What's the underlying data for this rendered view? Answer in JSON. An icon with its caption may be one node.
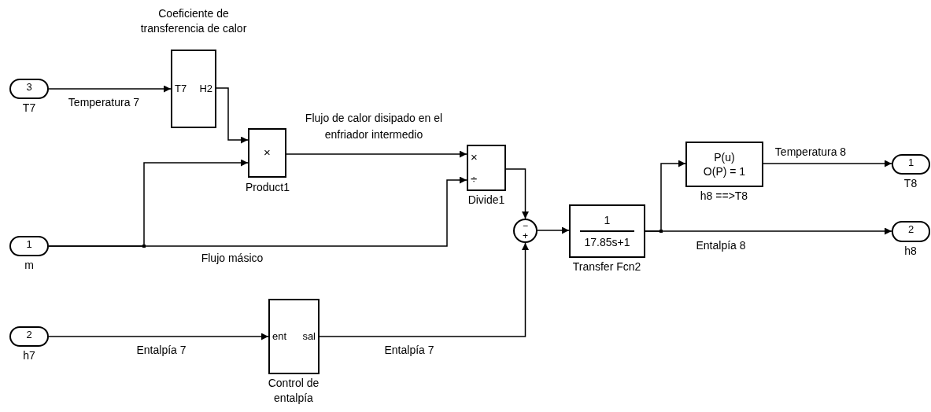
{
  "diagram": {
    "nodes": [
      {
        "text": [
          "3"
        ],
        "beside": [
          "T7"
        ]
      },
      {
        "text": [
          "T7",
          "H2"
        ],
        "beside": [
          "Coeficiente de transferencia de calor"
        ]
      },
      {
        "text": [
          "×"
        ],
        "beside": [
          "Product1"
        ]
      },
      {
        "text": [
          "1"
        ],
        "beside": [
          "m"
        ]
      },
      {
        "text": [
          "×",
          "÷"
        ],
        "beside": [
          "Divide1"
        ]
      },
      {
        "text": [
          "−",
          "+"
        ]
      },
      {
        "text": [
          "1",
          "17.85s+1"
        ],
        "beside": [
          "Transfer Fcn2"
        ]
      },
      {
        "text": [
          "P(u)",
          "O(P) = 1"
        ],
        "beside": [
          "h8 ==>T8"
        ]
      },
      {
        "text": [
          "1"
        ],
        "beside": [
          "T8"
        ]
      },
      {
        "text": [
          "2"
        ],
        "beside": [
          "h8"
        ]
      },
      {
        "text": [
          "2"
        ],
        "beside": [
          "h7"
        ]
      },
      {
        "text": [
          "ent",
          "sal"
        ],
        "beside": [
          "Control de entalpía"
        ]
      }
    ],
    "edges": [
      {
        "from": 0,
        "to": 1,
        "arrow": "to",
        "label": "Temperatura 7"
      },
      {
        "from": 1,
        "to": 2,
        "arrow": "to"
      },
      {
        "from": 3,
        "to": 2,
        "arrow": "to"
      },
      {
        "from": 3,
        "to": 4,
        "arrow": "to",
        "label": "Flujo másico"
      },
      {
        "from": 2,
        "to": 4,
        "arrow": "to",
        "label": "Flujo de calor disipado en el enfriador intermedio"
      },
      {
        "from": 4,
        "to": 5,
        "arrow": "to"
      },
      {
        "from": 5,
        "to": 6,
        "arrow": "to"
      },
      {
        "from": 6,
        "to": 7,
        "arrow": "to"
      },
      {
        "from": 6,
        "to": 9,
        "arrow": "to",
        "label": "Entalpía 8"
      },
      {
        "from": 7,
        "to": 8,
        "arrow": "to",
        "label": "Temperatura 8"
      },
      {
        "from": 10,
        "to": 11,
        "arrow": "to",
        "label": "Entalpía 7"
      },
      {
        "from": 11,
        "to": 5,
        "arrow": "to",
        "label": "Entalpía 7"
      }
    ]
  }
}
